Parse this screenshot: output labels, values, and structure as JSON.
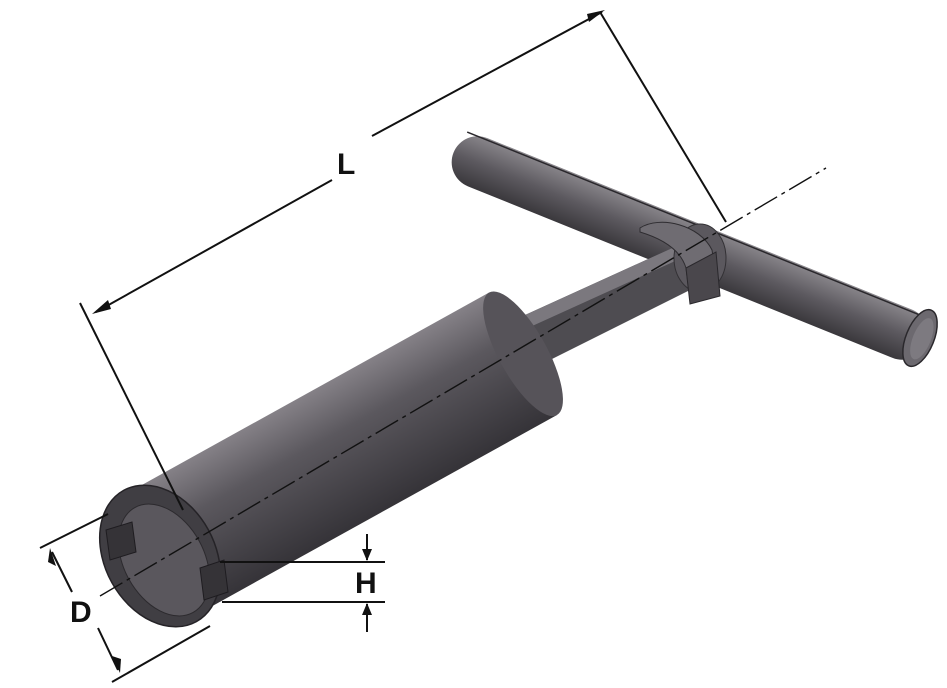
{
  "dimensions": {
    "length_label": "L",
    "diameter_label": "D",
    "height_label": "H"
  },
  "colors": {
    "metal_dark": "#3e3c40",
    "metal_mid": "#5b585e",
    "metal_light": "#858187",
    "ink": "#111111",
    "background": "#ffffff"
  }
}
